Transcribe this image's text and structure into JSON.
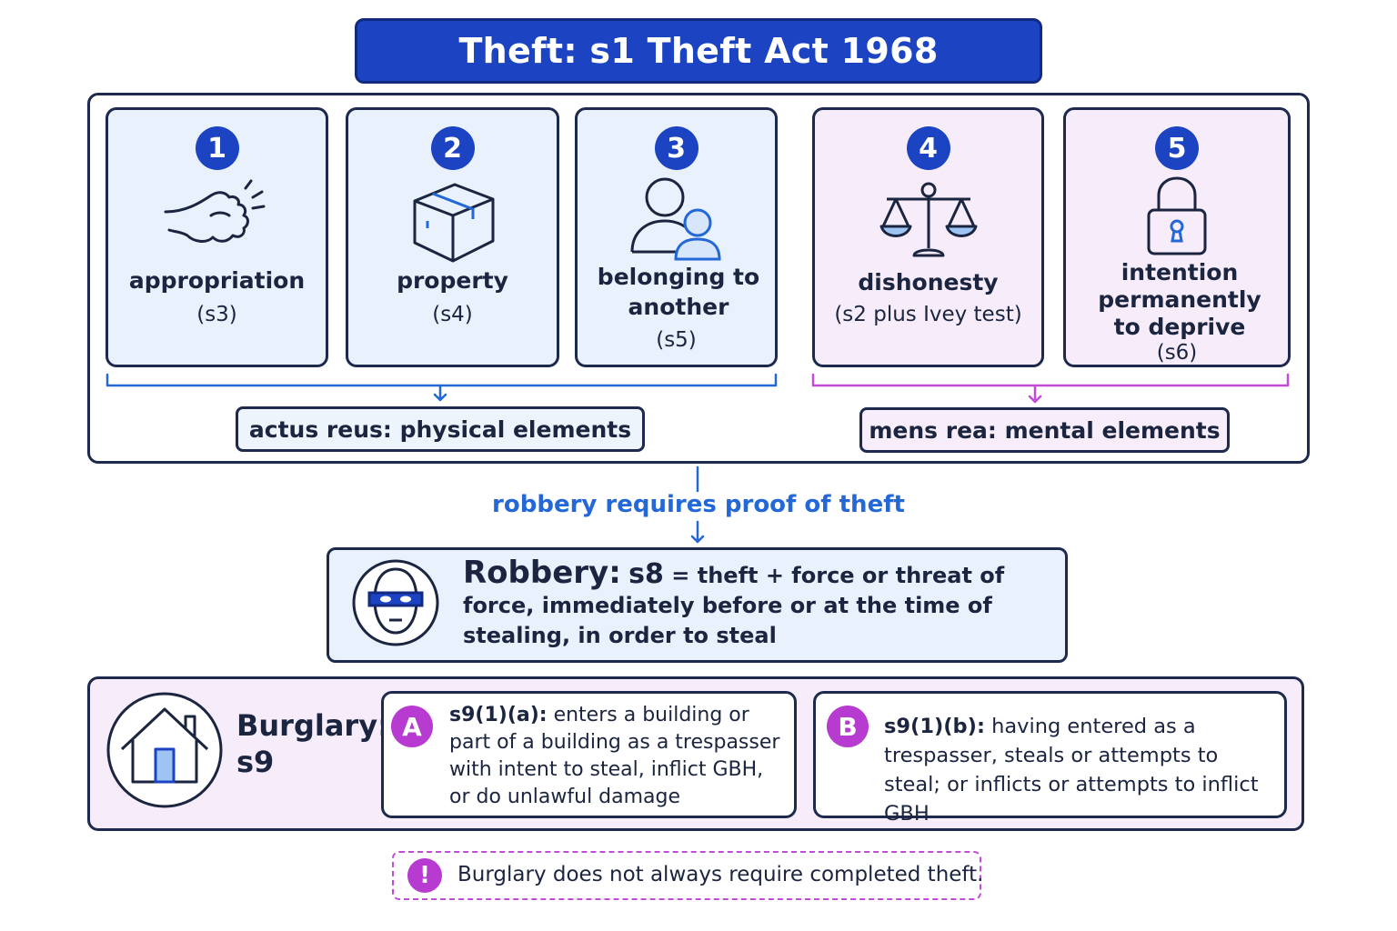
{
  "title": "Theft: s1 Theft Act 1968",
  "elements": [
    {
      "number": "1",
      "label": "appropriation",
      "section": "(s3)",
      "icon": "hand-grab-icon"
    },
    {
      "number": "2",
      "label": "property",
      "section": "(s4)",
      "icon": "box-icon"
    },
    {
      "number": "3",
      "label": "belonging to another",
      "section": "(s5)",
      "icon": "people-icon"
    },
    {
      "number": "4",
      "label": "dishonesty",
      "section": "(s2 plus Ivey test)",
      "icon": "scales-icon"
    },
    {
      "number": "5",
      "label": "intention permanently to deprive",
      "section": "(s6)",
      "icon": "padlock-icon"
    }
  ],
  "groups": {
    "actus_reus": "actus reus: physical elements",
    "mens_rea": "mens rea: mental elements"
  },
  "link_text": "robbery requires proof of theft",
  "robbery": {
    "title": "Robbery:",
    "section": "s8",
    "definition": "= theft + force or threat of force, immediately before or at the time of stealing, in order to steal",
    "icon": "masked-robber-icon"
  },
  "burglary": {
    "title": "Burglary:",
    "section": "s9",
    "icon": "house-icon",
    "routes": [
      {
        "badge": "A",
        "heading": "s9(1)(a):",
        "text": "enters a building or part of a building as a trespasser with intent to steal, inflict GBH, or do unlawful damage"
      },
      {
        "badge": "B",
        "heading": "s9(1)(b):",
        "text": "having entered as a trespasser, steals or attempts to steal; or inflicts or attempts to inflict GBH"
      }
    ]
  },
  "note": {
    "icon": "!",
    "text": "Burglary does not always require completed theft."
  },
  "colors": {
    "primary_blue": "#1b43c2",
    "actus_reus_fill": "#e8f1fc",
    "mens_rea_fill": "#f6ecfa",
    "accent_purple": "#b73ad1",
    "link_blue": "#2368d6"
  }
}
